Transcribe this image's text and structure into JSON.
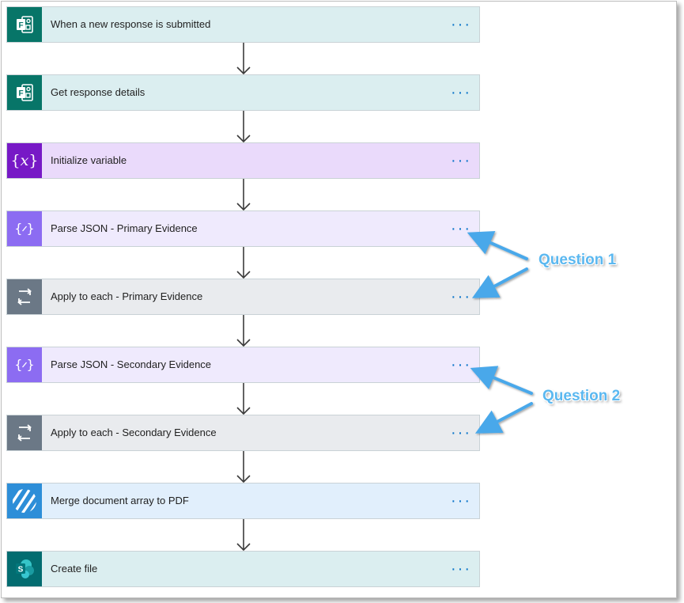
{
  "steps": [
    {
      "label": "When a new response is submitted",
      "icon": "forms-icon",
      "bg": "#dbeef0",
      "iconBg": "#077568"
    },
    {
      "label": "Get response details",
      "icon": "forms-icon",
      "bg": "#dbeef0",
      "iconBg": "#077568"
    },
    {
      "label": "Initialize variable",
      "icon": "variable-icon",
      "bg": "#eadafb",
      "iconBg": "#7719c6"
    },
    {
      "label": "Parse JSON - Primary Evidence",
      "icon": "parse-json-icon",
      "bg": "#efeafd",
      "iconBg": "#8c6cf2"
    },
    {
      "label": "Apply to each - Primary Evidence",
      "icon": "loop-icon",
      "bg": "#e9ebee",
      "iconBg": "#6b7886"
    },
    {
      "label": "Parse JSON - Secondary Evidence",
      "icon": "parse-json-icon",
      "bg": "#efeafd",
      "iconBg": "#8c6cf2"
    },
    {
      "label": "Apply to each - Secondary Evidence",
      "icon": "loop-icon",
      "bg": "#e9ebee",
      "iconBg": "#6b7886"
    },
    {
      "label": "Merge document array to PDF",
      "icon": "encodian-icon",
      "bg": "#e1effc",
      "iconBg": "#2d8ed8"
    },
    {
      "label": "Create file",
      "icon": "sharepoint-icon",
      "bg": "#dbeef0",
      "iconBg": "#036c70"
    }
  ],
  "more_label": "···",
  "callouts": [
    {
      "text": "Question 1",
      "color": "#5bb8f0"
    },
    {
      "text": "Question 2",
      "color": "#5bb8f0"
    }
  ]
}
